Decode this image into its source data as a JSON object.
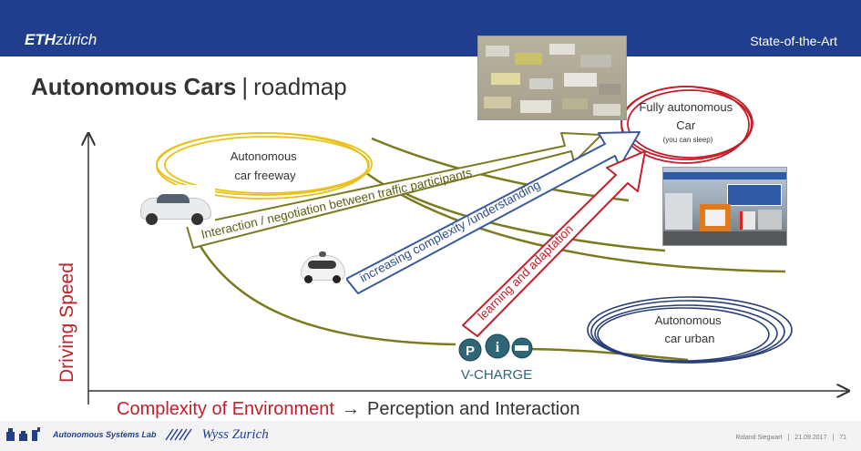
{
  "header": {
    "brand_bold": "ETH",
    "brand_rest": "zürich",
    "section_title": "State-of-the-Art"
  },
  "slide": {
    "title_main": "Autonomous Cars",
    "title_sep": "|",
    "title_sub": "roadmap"
  },
  "axes": {
    "y_label": "Driving Speed",
    "x_label_main": "Complexity of Environment",
    "x_label_arrow": "→",
    "x_label_rest": "Perception and Interaction"
  },
  "ellipses": {
    "freeway": [
      "Autonomous",
      "car freeway"
    ],
    "fully": [
      "Fully autonomous",
      "Car",
      "(you can sleep)"
    ],
    "urban": [
      "Autonomous",
      "car urban"
    ]
  },
  "arrows": {
    "interaction": "Interaction / negotiation between traffic participants",
    "complexity": "increasing complexity /understanding",
    "learning": "learning and adaptation"
  },
  "vcharge": {
    "label": "V-CHARGE",
    "icon_p": "P",
    "icon_i": "i"
  },
  "footer": {
    "lab_name": "Autonomous Systems Lab",
    "partner": "Wyss Zurich",
    "author": "Roland Siegwart",
    "sep1": "|",
    "date": "21.09.2017",
    "sep2": "|",
    "page": "71"
  },
  "colors": {
    "header_bg": "#1f3f8e",
    "olive": "#7b7a1e",
    "blue_arrow": "#3a5a9b",
    "red_arrow": "#c21f2a",
    "freeway_ring": "#e8c21a",
    "fully_ring": "#c21f2a",
    "urban_ring": "#2a3f77"
  }
}
